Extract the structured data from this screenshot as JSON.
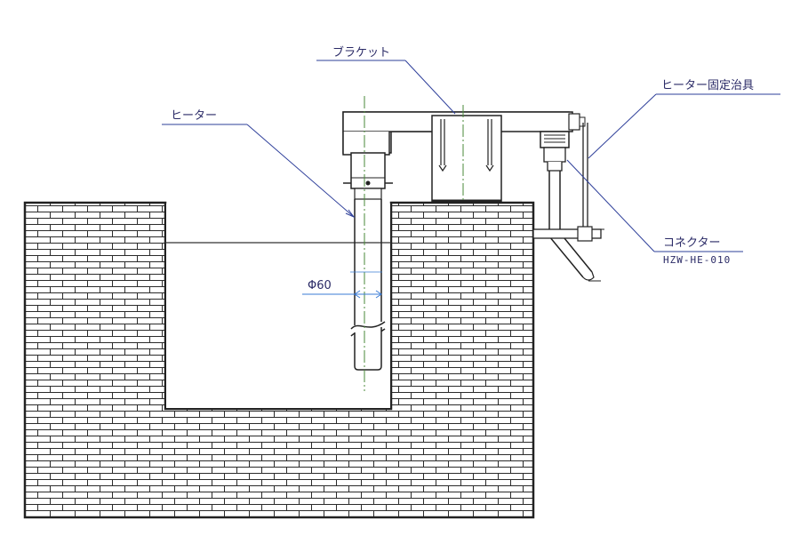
{
  "labels": {
    "bracket": "ブラケット",
    "heater": "ヒーター",
    "fixture": "ヒーター固定治具",
    "connector": "コネクター",
    "connector_part": "HZW-HE-010",
    "diameter": "Φ60"
  },
  "colors": {
    "line": "#222222",
    "leader": "#2e3f9a",
    "centerline": "#4a8a3a",
    "dimension": "#3a7bd5"
  }
}
